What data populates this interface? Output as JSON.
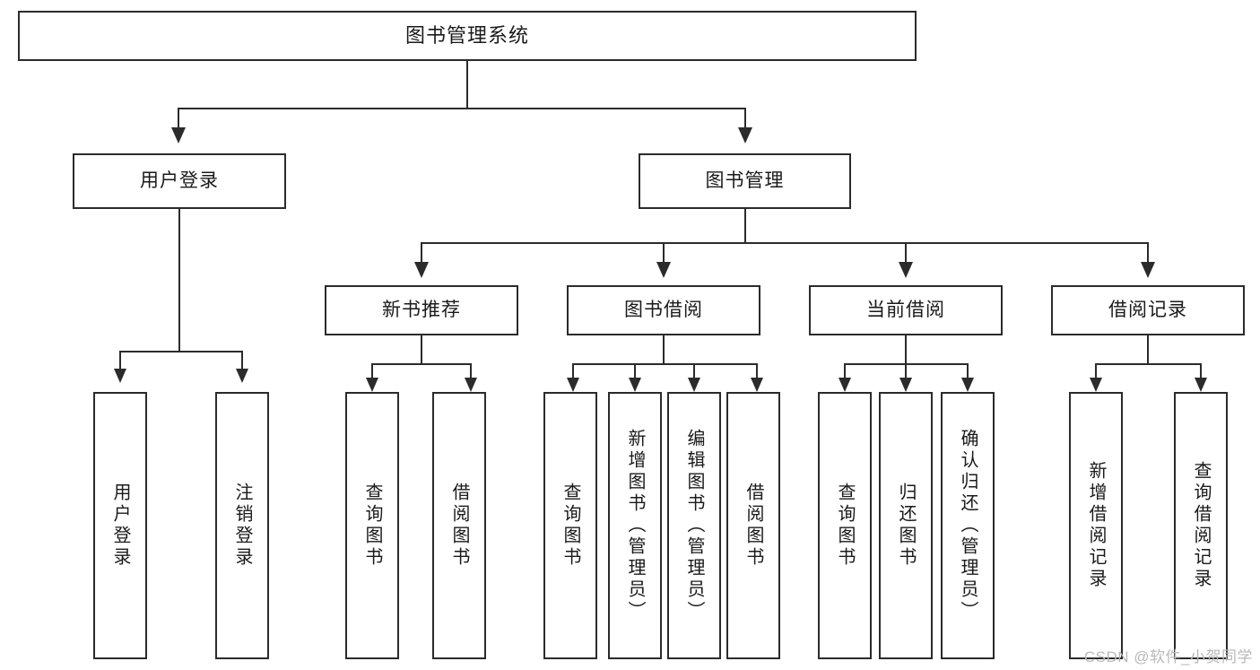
{
  "diagram": {
    "type": "tree-hierarchy",
    "title": "图书管理系统",
    "root": {
      "id": "root",
      "label": "图书管理系统"
    },
    "level2": [
      {
        "id": "user-login",
        "label": "用户登录"
      },
      {
        "id": "book-manage",
        "label": "图书管理"
      }
    ],
    "level3": [
      {
        "id": "new-book-rec",
        "label": "新书推荐"
      },
      {
        "id": "book-borrow",
        "label": "图书借阅"
      },
      {
        "id": "current-borrow",
        "label": "当前借阅"
      },
      {
        "id": "borrow-record",
        "label": "借阅记录"
      }
    ],
    "leaves": {
      "user_login": [
        {
          "id": "leaf-user-login",
          "label": "用户登录"
        },
        {
          "id": "leaf-user-logout",
          "label": "注销登录"
        }
      ],
      "new_book_rec": [
        {
          "id": "leaf-query-book-1",
          "label": "查询图书"
        },
        {
          "id": "leaf-borrow-book-1",
          "label": "借阅图书"
        }
      ],
      "book_borrow": [
        {
          "id": "leaf-query-book-2",
          "label": "查询图书"
        },
        {
          "id": "leaf-add-book",
          "label": "新增图书（管理员）"
        },
        {
          "id": "leaf-edit-book",
          "label": "编辑图书（管理员）"
        },
        {
          "id": "leaf-borrow-book-2",
          "label": "借阅图书"
        }
      ],
      "current_borrow": [
        {
          "id": "leaf-query-book-3",
          "label": "查询图书"
        },
        {
          "id": "leaf-return-book",
          "label": "归还图书"
        },
        {
          "id": "leaf-confirm-return",
          "label": "确认归还（管理员）"
        }
      ],
      "borrow_record": [
        {
          "id": "leaf-add-record",
          "label": "新增借阅记录"
        },
        {
          "id": "leaf-query-record",
          "label": "查询借阅记录"
        }
      ]
    }
  },
  "watermark": {
    "text": "CSDN @软件_小贺同学"
  },
  "colors": {
    "stroke": "#2b2b2b",
    "text": "#1a1a1a",
    "background": "#ffffff",
    "watermark": "#b9b9b9"
  }
}
